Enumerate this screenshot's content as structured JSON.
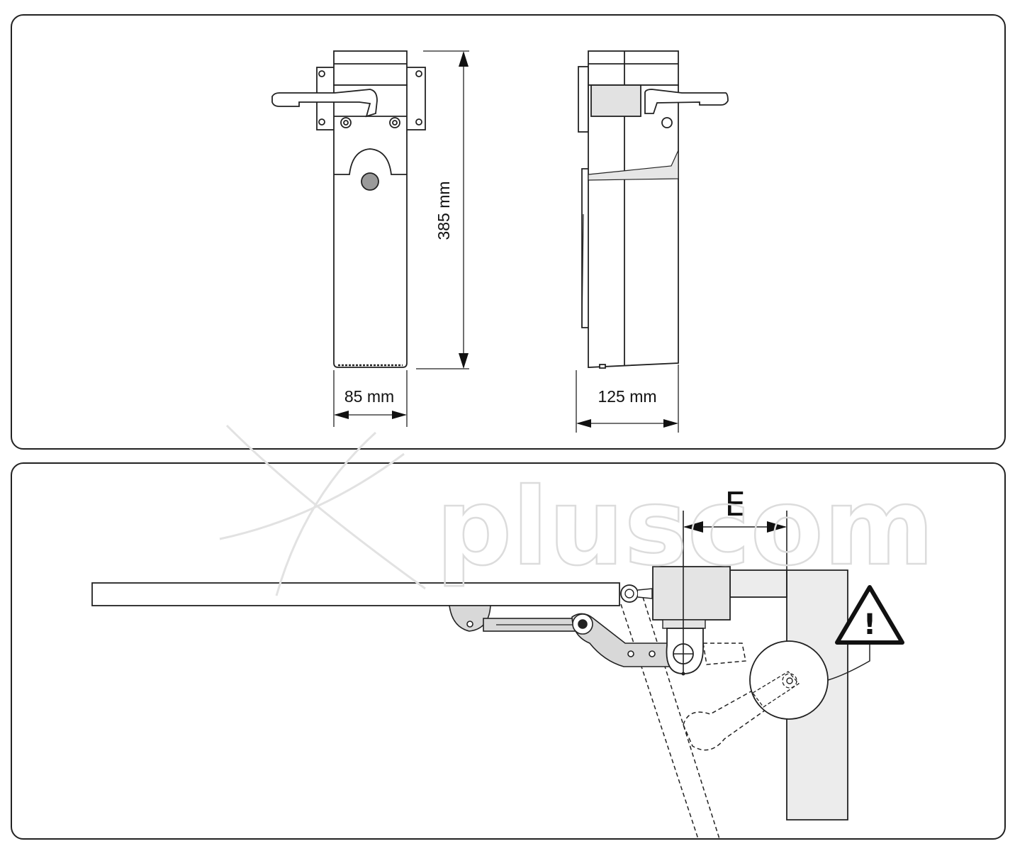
{
  "dimensions": {
    "height": "385 mm",
    "front_width": "85 mm",
    "side_width": "125 mm"
  },
  "clearance_label": "E",
  "warning_mark": "!",
  "watermark": "pluscom",
  "colors": {
    "line": "#222222",
    "body_fill": "#ffffff",
    "wall_fill": "#ececec",
    "shade": "#dedede",
    "knob": "#9a9a9a"
  }
}
